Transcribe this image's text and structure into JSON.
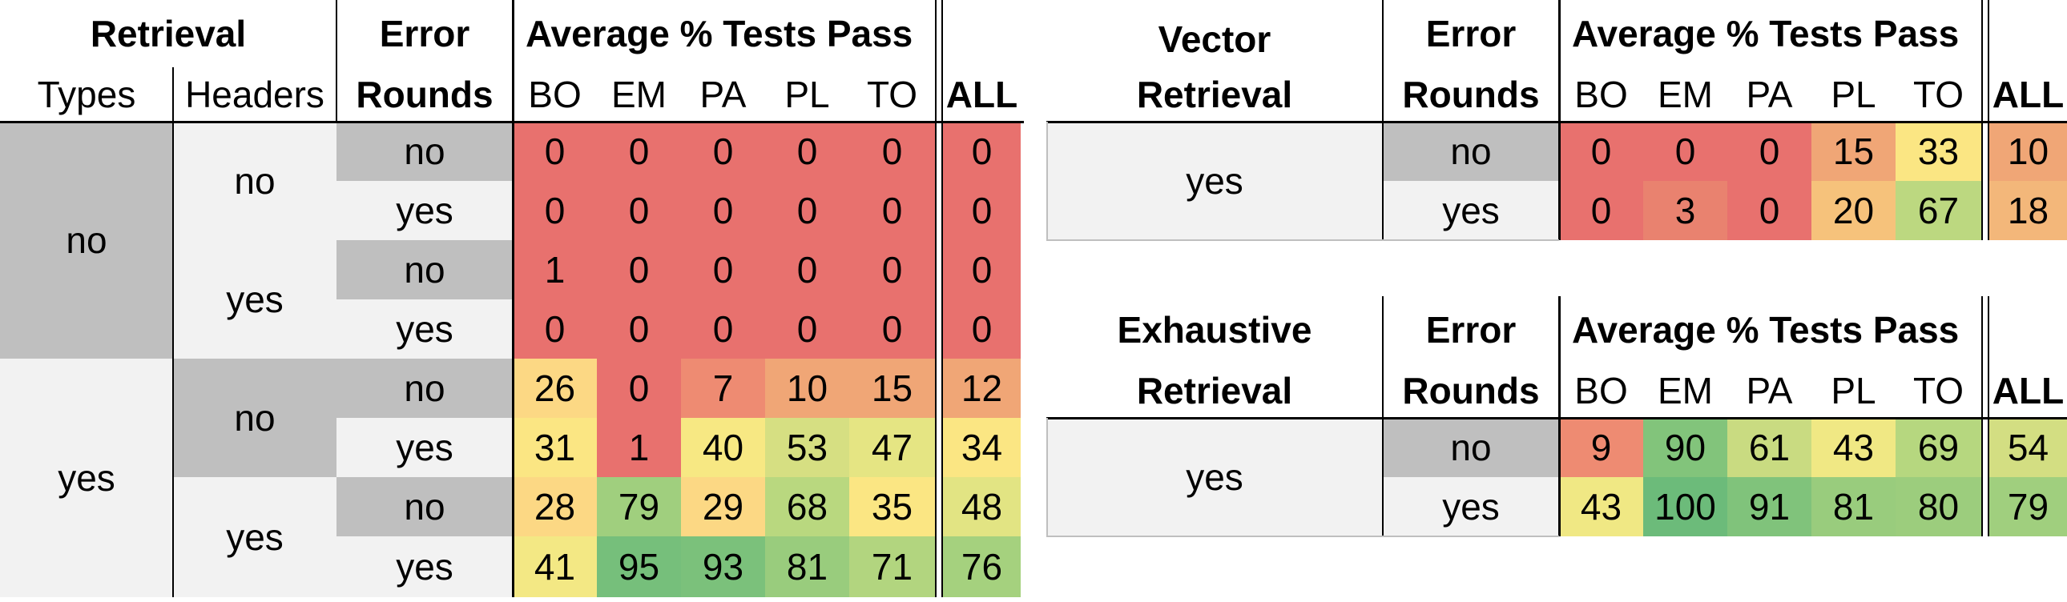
{
  "heat_colors": {
    "0": "#e8716e",
    "1": "#e8716e",
    "3": "#e9826f",
    "7": "#ee8b72",
    "9": "#ee8b72",
    "10": "#f0a676",
    "12": "#f0a676",
    "15": "#f0a676",
    "18": "#f3b77a",
    "20": "#f6c27b",
    "26": "#fcd884",
    "28": "#fcd884",
    "29": "#fcd884",
    "31": "#fbe683",
    "33": "#fbe683",
    "34": "#fbe683",
    "35": "#fbe683",
    "40": "#f7e883",
    "41": "#f3e884",
    "43": "#f0e884",
    "47": "#e5e583",
    "48": "#e2e483",
    "53": "#d6df82",
    "54": "#d3de82",
    "61": "#c9db81",
    "67": "#bcd880",
    "68": "#b9d87f",
    "69": "#b6d77f",
    "71": "#b2d57f",
    "76": "#a5d17e",
    "79": "#a0cf7e",
    "80": "#9ccd7d",
    "81": "#99cc7d",
    "90": "#82c47b",
    "91": "#80c37b",
    "93": "#7bc17b",
    "95": "#76bf7b",
    "100": "#6cbb7a"
  },
  "table_main": {
    "header": {
      "retrieval": "Retrieval",
      "types": "Types",
      "headers": "Headers",
      "error_line1": "Error",
      "error_line2": "Rounds",
      "avg": "Average % Tests Pass",
      "cols": [
        "BO",
        "EM",
        "PA",
        "PL",
        "TO"
      ],
      "all": "ALL"
    },
    "types_labels": [
      "no",
      "yes"
    ],
    "headers_labels": [
      "no",
      "yes",
      "no",
      "yes"
    ],
    "error_labels": [
      "no",
      "yes",
      "no",
      "yes",
      "no",
      "yes",
      "no",
      "yes"
    ],
    "rows": [
      [
        0,
        0,
        0,
        0,
        0,
        0
      ],
      [
        0,
        0,
        0,
        0,
        0,
        0
      ],
      [
        1,
        0,
        0,
        0,
        0,
        0
      ],
      [
        0,
        0,
        0,
        0,
        0,
        0
      ],
      [
        26,
        0,
        7,
        10,
        15,
        12
      ],
      [
        31,
        1,
        40,
        53,
        47,
        34
      ],
      [
        28,
        79,
        29,
        68,
        35,
        48
      ],
      [
        41,
        95,
        93,
        81,
        71,
        76
      ]
    ]
  },
  "table_vector": {
    "header": {
      "title_line1": "Vector",
      "title_line2": "Retrieval",
      "error_line1": "Error",
      "error_line2": "Rounds",
      "avg": "Average % Tests Pass",
      "cols": [
        "BO",
        "EM",
        "PA",
        "PL",
        "TO"
      ],
      "all": "ALL"
    },
    "retrieval_label": "yes",
    "error_labels": [
      "no",
      "yes"
    ],
    "rows": [
      [
        0,
        0,
        0,
        15,
        33,
        10
      ],
      [
        0,
        3,
        0,
        20,
        67,
        18
      ]
    ]
  },
  "table_exhaustive": {
    "header": {
      "title_line1": "Exhaustive",
      "title_line2": "Retrieval",
      "error_line1": "Error",
      "error_line2": "Rounds",
      "avg": "Average % Tests Pass",
      "cols": [
        "BO",
        "EM",
        "PA",
        "PL",
        "TO"
      ],
      "all": "ALL"
    },
    "retrieval_label": "yes",
    "error_labels": [
      "no",
      "yes"
    ],
    "rows": [
      [
        9,
        90,
        61,
        43,
        69,
        54
      ],
      [
        43,
        100,
        91,
        81,
        80,
        79
      ]
    ]
  }
}
